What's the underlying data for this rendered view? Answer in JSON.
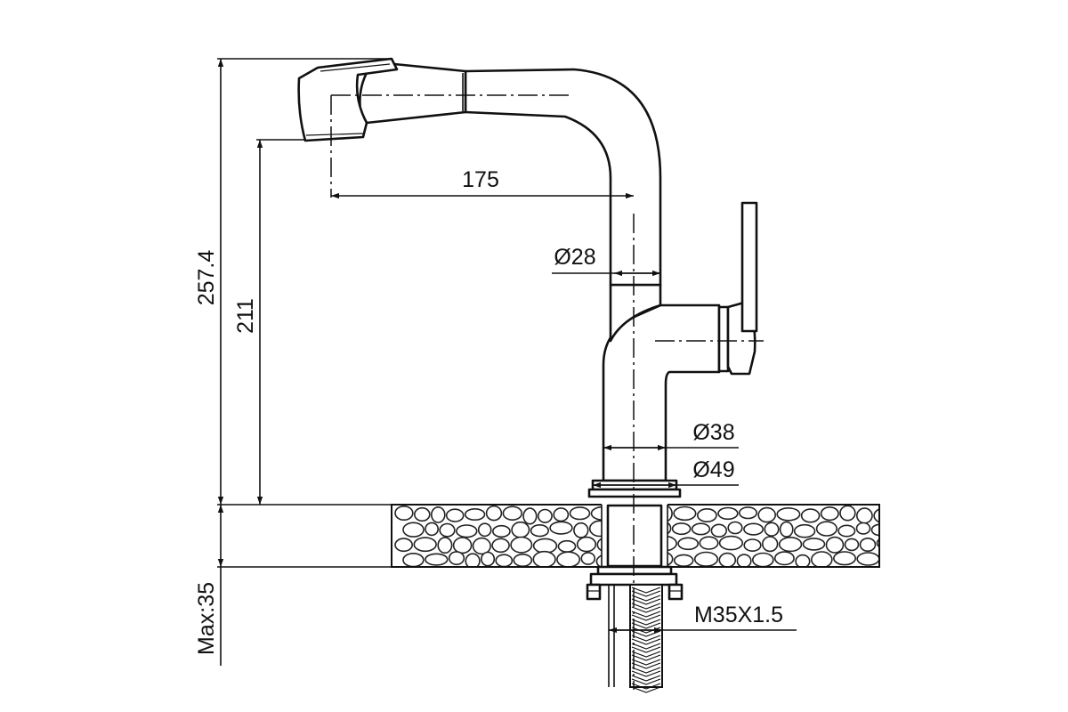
{
  "dimensions": {
    "total_height": "257.4",
    "spout_height": "211",
    "spout_reach": "175",
    "spout_diameter": "Ø28",
    "body_diameter": "Ø38",
    "base_diameter": "Ø49",
    "thread": "M35X1.5",
    "max_thickness": "Max:35"
  },
  "colors": {
    "line": "#111111",
    "background": "#ffffff"
  }
}
